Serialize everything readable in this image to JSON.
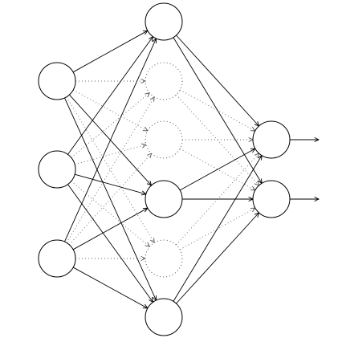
{
  "diagram": {
    "kind": "neural-network",
    "layers": [
      {
        "name": "input",
        "nodes": [
          {
            "id": "i1",
            "active": true
          },
          {
            "id": "i2",
            "active": true
          },
          {
            "id": "i3",
            "active": true
          }
        ]
      },
      {
        "name": "hidden",
        "nodes": [
          {
            "id": "h1",
            "active": true
          },
          {
            "id": "h2",
            "active": false
          },
          {
            "id": "h3",
            "active": false
          },
          {
            "id": "h4",
            "active": true
          },
          {
            "id": "h5",
            "active": false
          },
          {
            "id": "h6",
            "active": true
          }
        ]
      },
      {
        "name": "output",
        "nodes": [
          {
            "id": "o1",
            "active": true
          },
          {
            "id": "o2",
            "active": true
          }
        ]
      }
    ],
    "colors": {
      "line": "#000000",
      "pruned_line": "#666666",
      "node_fill": "#ffffff"
    }
  }
}
